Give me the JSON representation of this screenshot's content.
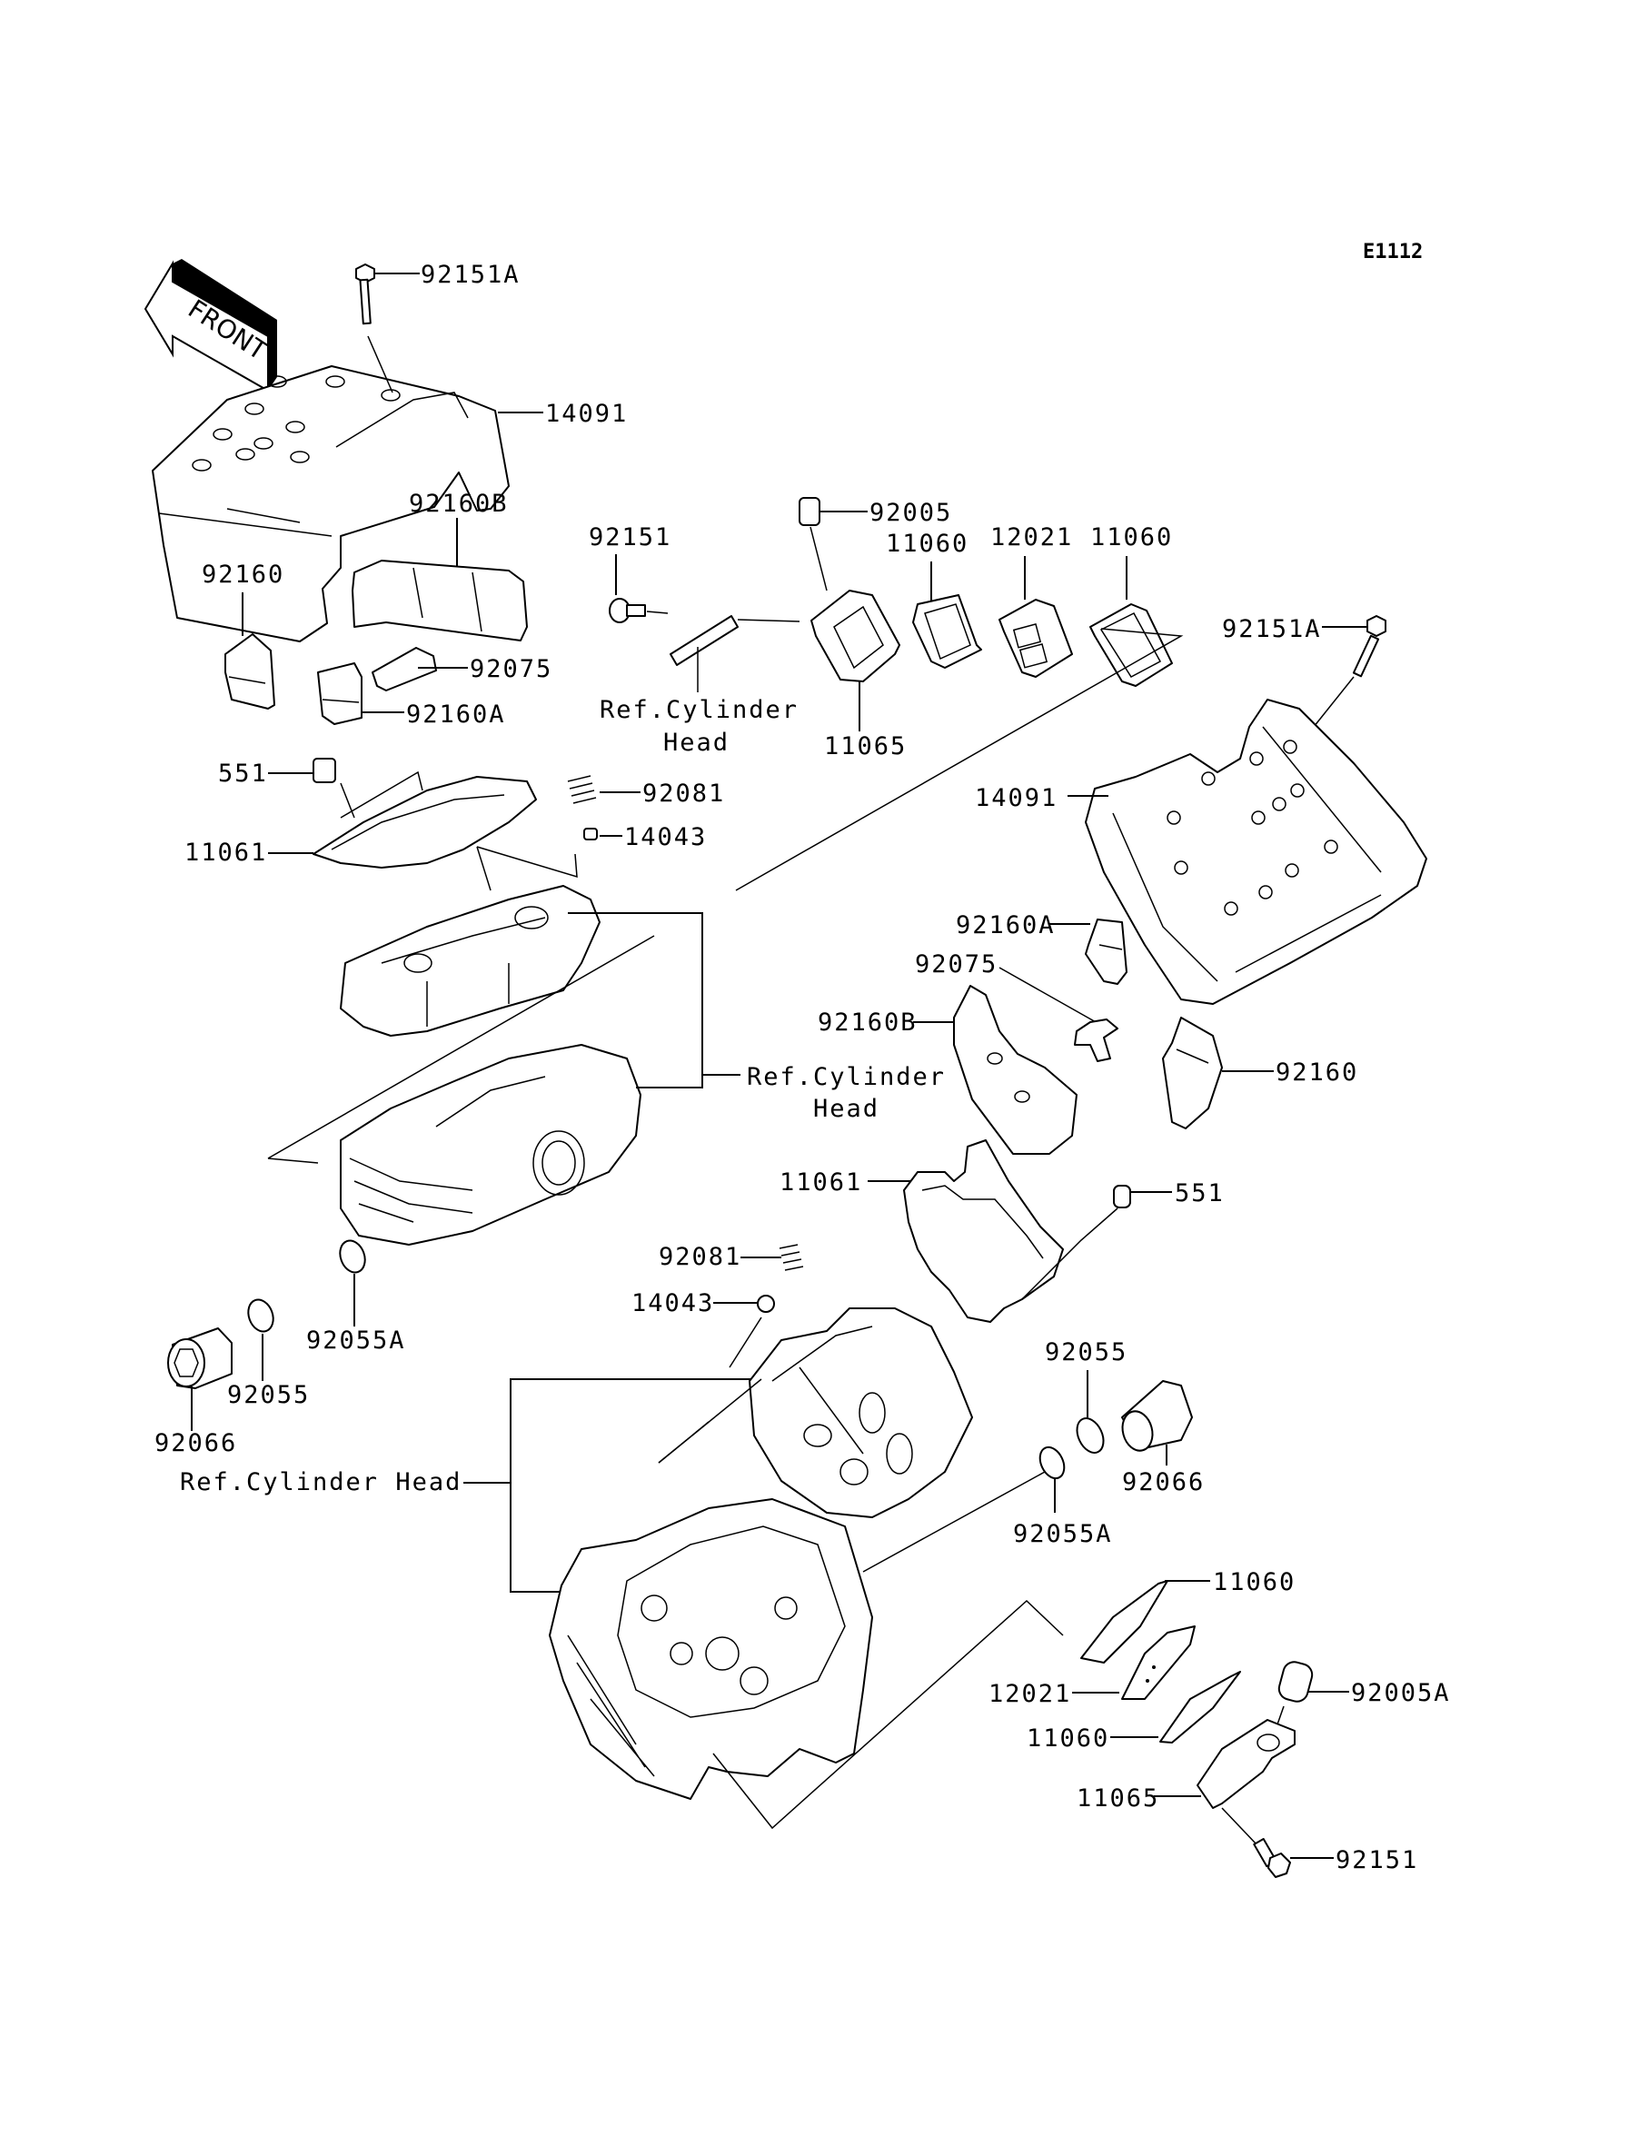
{
  "diagram": {
    "code": "E1112",
    "front_marker": "FRONT",
    "ref_labels": {
      "upper_left_line1": "Ref.Cylinder",
      "upper_left_line2": "Head",
      "middle_line1": "Ref.Cylinder",
      "middle_line2": "Head",
      "lower": "Ref.Cylinder Head"
    },
    "callouts": [
      {
        "id": "c1",
        "part": "92151A"
      },
      {
        "id": "c2",
        "part": "14091"
      },
      {
        "id": "c3",
        "part": "92160B"
      },
      {
        "id": "c4",
        "part": "92151"
      },
      {
        "id": "c5",
        "part": "92005"
      },
      {
        "id": "c6",
        "part": "11060"
      },
      {
        "id": "c7",
        "part": "12021"
      },
      {
        "id": "c8",
        "part": "11060"
      },
      {
        "id": "c9",
        "part": "92160"
      },
      {
        "id": "c10",
        "part": "92075"
      },
      {
        "id": "c11",
        "part": "92160A"
      },
      {
        "id": "c12",
        "part": "11065"
      },
      {
        "id": "c13",
        "part": "92151A"
      },
      {
        "id": "c14",
        "part": "551"
      },
      {
        "id": "c15",
        "part": "92081"
      },
      {
        "id": "c16",
        "part": "11061"
      },
      {
        "id": "c17",
        "part": "14043"
      },
      {
        "id": "c18",
        "part": "14091"
      },
      {
        "id": "c19",
        "part": "92160A"
      },
      {
        "id": "c20",
        "part": "92075"
      },
      {
        "id": "c21",
        "part": "92160B"
      },
      {
        "id": "c22",
        "part": "92160"
      },
      {
        "id": "c23",
        "part": "11061"
      },
      {
        "id": "c24",
        "part": "551"
      },
      {
        "id": "c25",
        "part": "92081"
      },
      {
        "id": "c26",
        "part": "14043"
      },
      {
        "id": "c27",
        "part": "92055A"
      },
      {
        "id": "c28",
        "part": "92066"
      },
      {
        "id": "c29",
        "part": "92055"
      },
      {
        "id": "c30",
        "part": "92055"
      },
      {
        "id": "c31",
        "part": "92066"
      },
      {
        "id": "c32",
        "part": "92055A"
      },
      {
        "id": "c33",
        "part": "11060"
      },
      {
        "id": "c34",
        "part": "12021"
      },
      {
        "id": "c35",
        "part": "11060"
      },
      {
        "id": "c36",
        "part": "92005A"
      },
      {
        "id": "c37",
        "part": "11065"
      },
      {
        "id": "c38",
        "part": "92151"
      }
    ]
  }
}
